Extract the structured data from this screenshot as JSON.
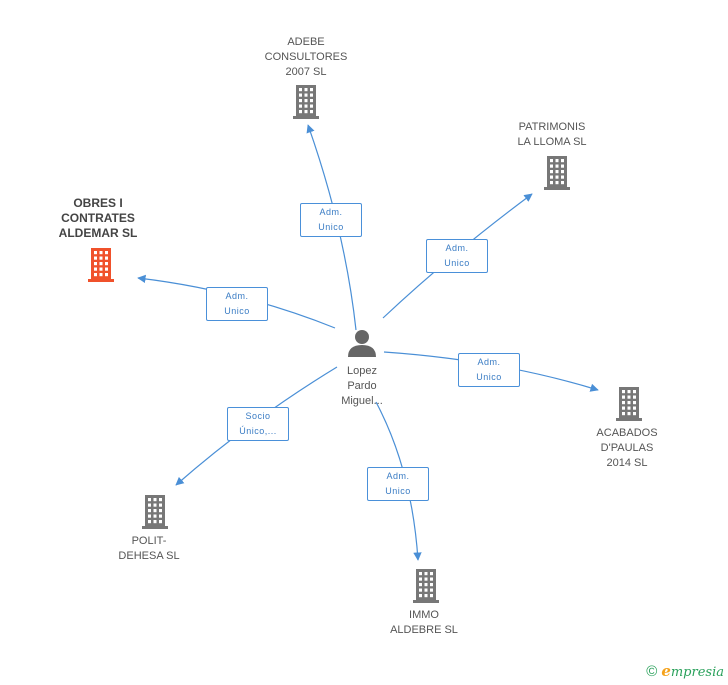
{
  "colors": {
    "edge": "#4a8fd6",
    "building": "#777777",
    "building_highlight": "#f0512b",
    "person": "#666666"
  },
  "center": {
    "name": "person-node",
    "label_lines": [
      "Lopez",
      "Pardo",
      "Miguel..."
    ]
  },
  "companies": [
    {
      "id": "adebe",
      "label_lines": [
        "ADEBE",
        "CONSULTORES",
        "2007 SL"
      ],
      "highlight": false
    },
    {
      "id": "patrimonis",
      "label_lines": [
        "PATRIMONIS",
        "LA LLOMA  SL"
      ],
      "highlight": false
    },
    {
      "id": "obres",
      "label_lines": [
        "OBRES I",
        "CONTRATES",
        "ALDEMAR SL"
      ],
      "highlight": true
    },
    {
      "id": "acabados",
      "label_lines": [
        "ACABADOS",
        "D'PAULAS",
        "2014  SL"
      ],
      "highlight": false
    },
    {
      "id": "polit",
      "label_lines": [
        "POLIT-",
        "DEHESA SL"
      ],
      "highlight": false
    },
    {
      "id": "immo",
      "label_lines": [
        "IMMO",
        "ALDEBRE SL"
      ],
      "highlight": false
    }
  ],
  "edges": [
    {
      "to": "adebe",
      "label_lines": [
        "Adm.",
        "Unico"
      ]
    },
    {
      "to": "patrimonis",
      "label_lines": [
        "Adm.",
        "Unico"
      ]
    },
    {
      "to": "obres",
      "label_lines": [
        "Adm.",
        "Unico"
      ]
    },
    {
      "to": "acabados",
      "label_lines": [
        "Adm.",
        "Unico"
      ]
    },
    {
      "to": "polit",
      "label_lines": [
        "Socio",
        "Único,..."
      ]
    },
    {
      "to": "immo",
      "label_lines": [
        "Adm.",
        "Unico"
      ]
    }
  ],
  "footer": {
    "copyright_symbol": "©",
    "brand_initial": "e",
    "brand_rest": "mpresia"
  }
}
